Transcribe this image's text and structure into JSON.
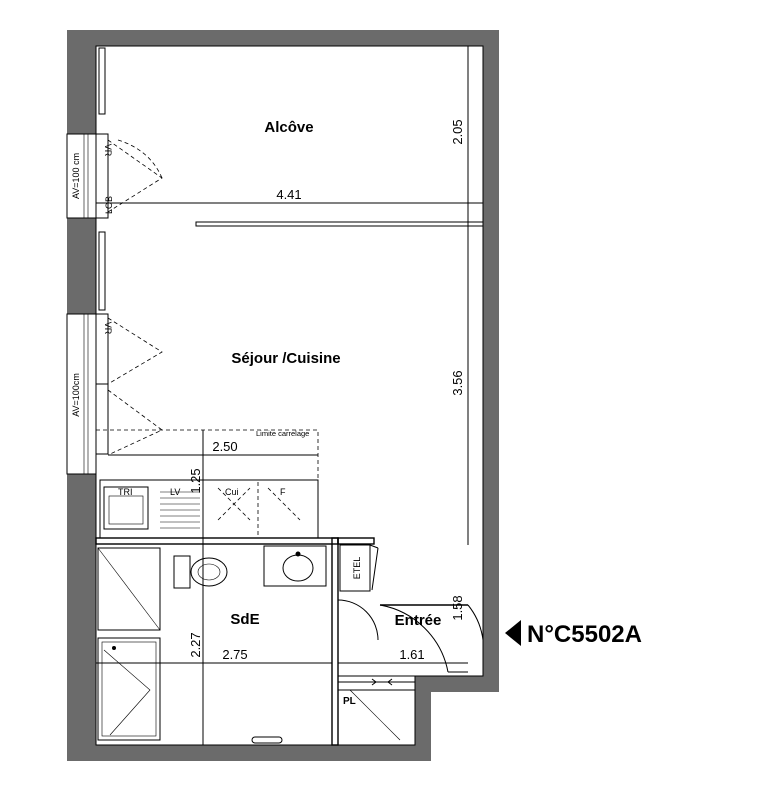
{
  "rooms": {
    "alcove": "Alcôve",
    "sejour": "Séjour /Cuisine",
    "sde": "SdE",
    "entree": "Entrée"
  },
  "dimensions": {
    "alcove_height": "2.05",
    "alcove_width": "4.41",
    "sejour_height": "3.56",
    "tile_width": "2.50",
    "kitchen_depth": "1.25",
    "entree_height": "1.58",
    "sde_height": "2.27",
    "sde_width": "2.75",
    "entree_width": "1.61"
  },
  "labels": {
    "window_top": "AV=100 cm",
    "window_bottom": "AV=100cm",
    "vr_top": "VR",
    "vr_bottom": "VR",
    "lob": "LOB",
    "limite_carrelage": "Limite carrelage",
    "tri": "TRI",
    "lv": "LV",
    "cui": "Cui",
    "f": "F",
    "etel": "ETEL",
    "pl": "PL"
  },
  "apartment_ref": "N°C5502A",
  "colors": {
    "wall": "#6b6b6b",
    "line": "#000000"
  }
}
